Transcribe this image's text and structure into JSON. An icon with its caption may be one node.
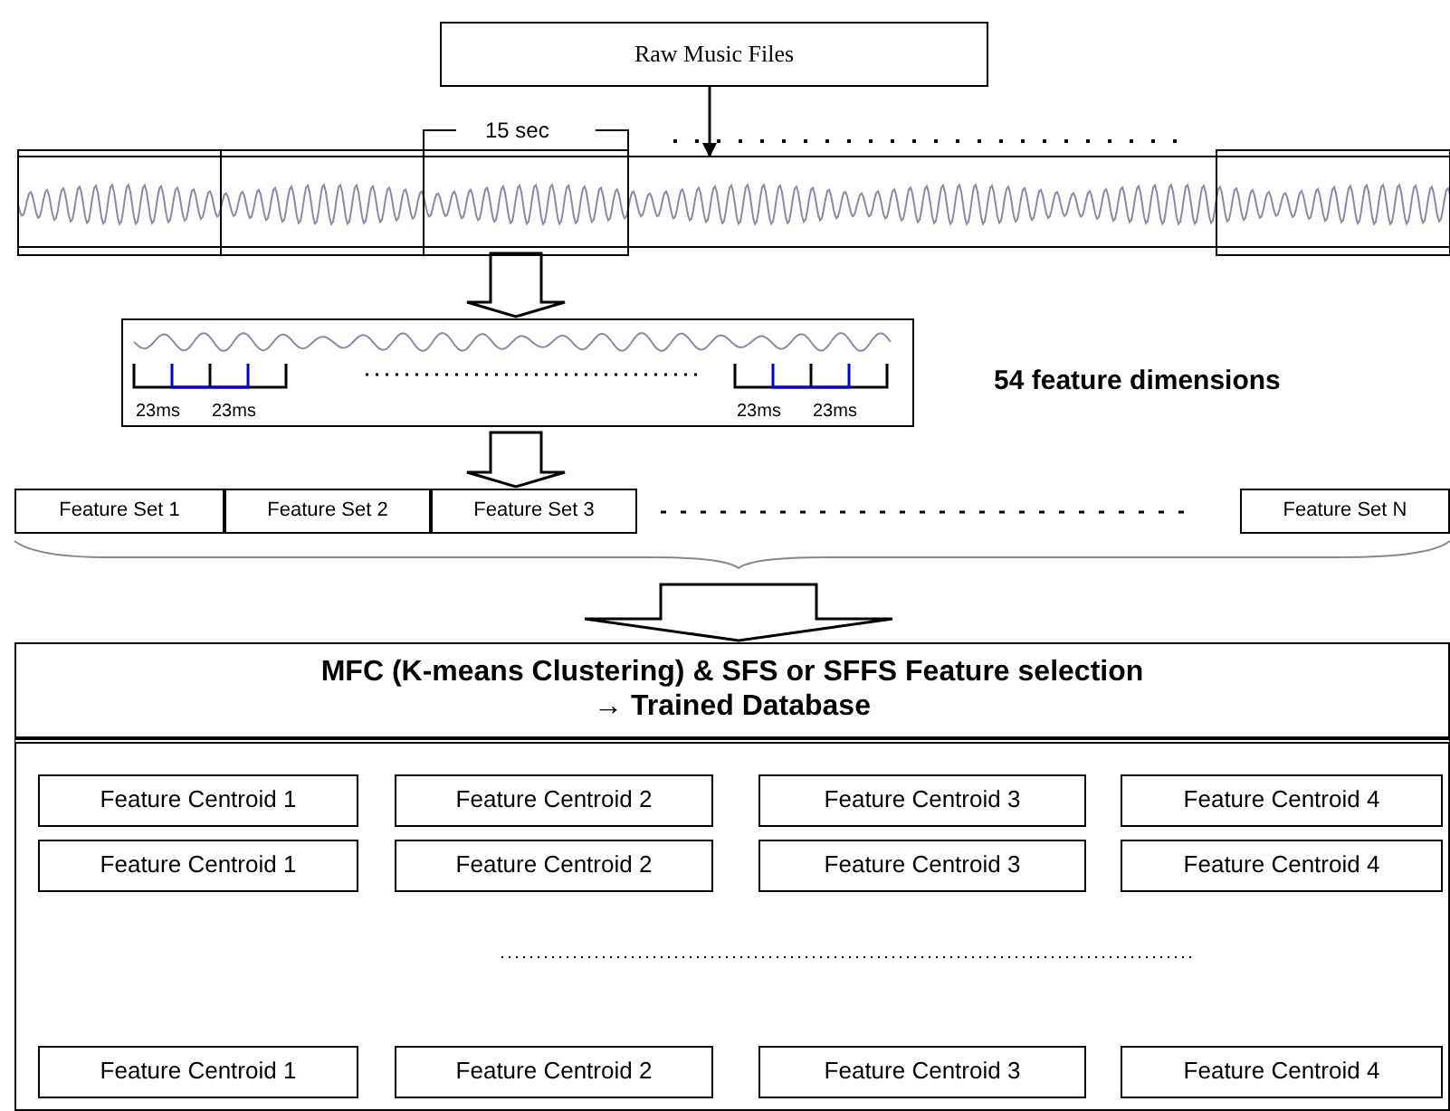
{
  "diagram": {
    "nodes": [
      {
        "text": [
          "Raw Music Files"
        ]
      },
      {
        "text": [],
        "shape": "picture"
      },
      {
        "text": [
          "23ms",
          "23ms",
          "23ms",
          "23ms"
        ],
        "beside": [
          "54 feature dimensions"
        ]
      },
      {
        "text": [
          "Feature Set 1"
        ]
      },
      {
        "text": [
          "Feature Set 2"
        ]
      },
      {
        "text": [
          "Feature Set 3"
        ]
      },
      {
        "text": [
          "Feature Set N"
        ]
      },
      {
        "text": [
          "MFC (K-means Clustering) & SFS or SFFS Feature selection → Trained Database"
        ]
      },
      {
        "text": [],
        "shape": "box"
      },
      {
        "text": [
          "Feature Centroid 1"
        ],
        "in": 8
      },
      {
        "text": [
          "Feature Centroid 2"
        ],
        "in": 8
      },
      {
        "text": [
          "Feature Centroid 3"
        ],
        "in": 8
      },
      {
        "text": [
          "Feature Centroid 4"
        ],
        "in": 8
      },
      {
        "text": [
          "Feature Centroid 1"
        ],
        "in": 8
      },
      {
        "text": [
          "Feature Centroid 2"
        ],
        "in": 8
      },
      {
        "text": [
          "Feature Centroid 3"
        ],
        "in": 8
      },
      {
        "text": [
          "Feature Centroid 4"
        ],
        "in": 8
      },
      {
        "text": [
          "Feature Centroid 1"
        ],
        "in": 8
      },
      {
        "text": [
          "Feature Centroid 2"
        ],
        "in": 8
      },
      {
        "text": [
          "Feature Centroid 3"
        ],
        "in": 8
      },
      {
        "text": [
          "Feature Centroid 4"
        ],
        "in": 8
      }
    ],
    "edges": [
      {
        "from": 0,
        "to": 1,
        "arrow": "to"
      },
      {
        "from": 1,
        "to": 2,
        "arrow": "to"
      },
      {
        "from": 2,
        "to": 5,
        "arrow": "to"
      },
      {
        "from": null,
        "to": 7,
        "arrow": "to"
      }
    ],
    "labels": [
      "15 sec"
    ]
  }
}
